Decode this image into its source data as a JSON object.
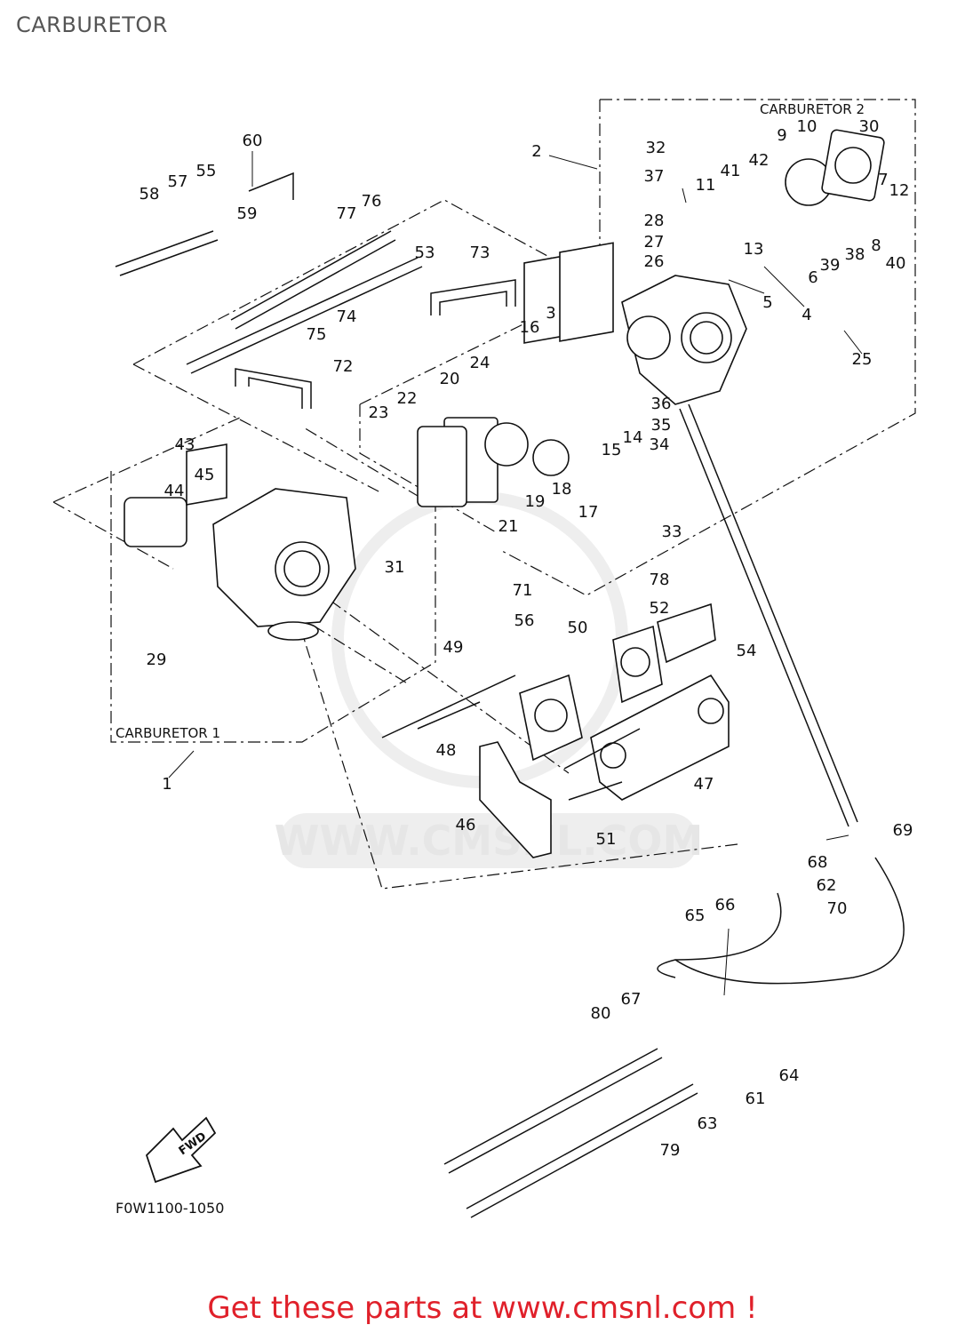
{
  "page": {
    "title": "CARBURETOR",
    "drawing_code": "F0W1100-1050",
    "footer_link": "Get these parts at www.cmsnl.com !",
    "watermark": "WWW.CMSNL.COM"
  },
  "groups": {
    "carburetor_1": "CARBURETOR 1",
    "carburetor_2": "CARBURETOR 2"
  },
  "fwd_arrow": "FWD",
  "callouts": [
    "1",
    "2",
    "3",
    "4",
    "5",
    "6",
    "7",
    "8",
    "9",
    "10",
    "11",
    "12",
    "13",
    "14",
    "15",
    "16",
    "17",
    "18",
    "19",
    "20",
    "21",
    "22",
    "23",
    "24",
    "25",
    "26",
    "27",
    "28",
    "29",
    "30",
    "31",
    "32",
    "33",
    "34",
    "35",
    "36",
    "37",
    "38",
    "39",
    "40",
    "41",
    "42",
    "43",
    "44",
    "45",
    "46",
    "47",
    "48",
    "49",
    "50",
    "51",
    "52",
    "53",
    "54",
    "55",
    "56",
    "57",
    "58",
    "59",
    "60",
    "61",
    "62",
    "63",
    "64",
    "65",
    "66",
    "67",
    "68",
    "69",
    "70",
    "71",
    "72",
    "73",
    "74",
    "75",
    "76",
    "77",
    "78",
    "79",
    "80"
  ]
}
